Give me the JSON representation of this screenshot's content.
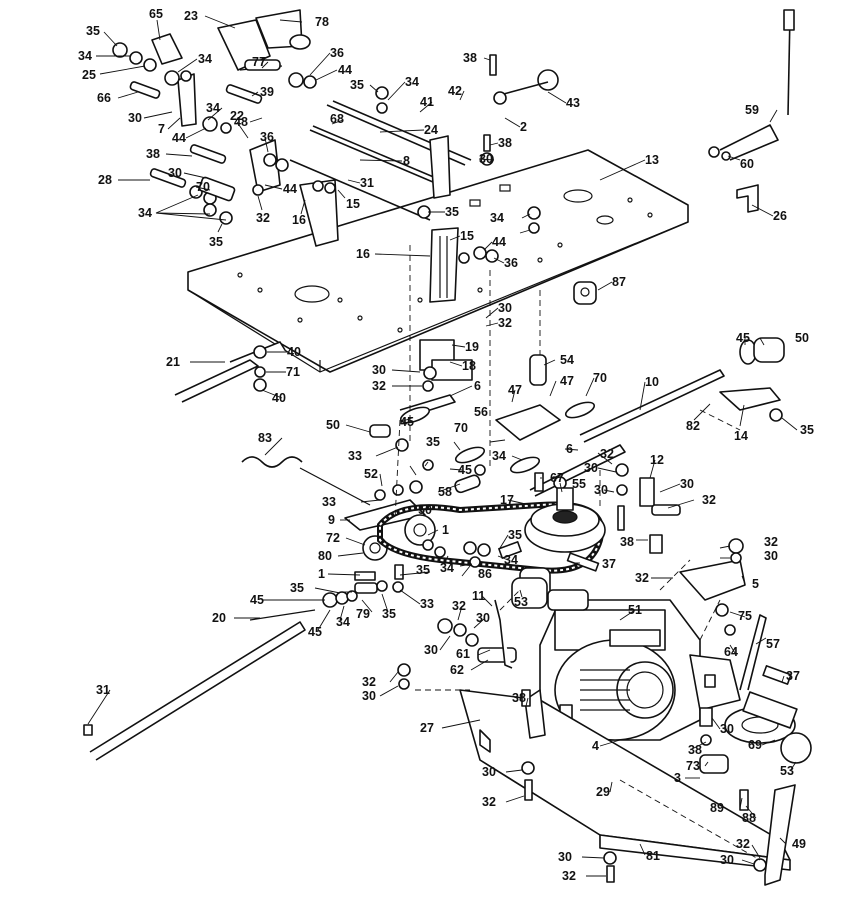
{
  "diagram": {
    "labels": {
      "c1": "65",
      "c2": "23",
      "c3": "78",
      "c4": "35",
      "c5": "34",
      "c6": "25",
      "c7": "34",
      "c8": "66",
      "c9": "77",
      "c10": "36",
      "c11": "44",
      "c12": "38",
      "c13": "35",
      "c14": "34",
      "c15": "39",
      "c16": "30",
      "c17": "7",
      "c18": "34",
      "c19": "48",
      "c20": "22",
      "c21": "44",
      "c22": "36",
      "c23": "38",
      "c24": "68",
      "c25": "24",
      "c26": "41",
      "c27": "42",
      "c28": "43",
      "c29": "2",
      "c30": "38",
      "c31": "30",
      "c32": "8",
      "c33": "28",
      "c34": "30",
      "c35": "70",
      "c36": "44",
      "c37": "31",
      "c38": "34",
      "c39": "32",
      "c40": "16",
      "c41": "15",
      "c42": "35",
      "c43": "35",
      "c44": "34",
      "c45": "13",
      "c46": "59",
      "c47": "60",
      "c48": "26",
      "c49": "15",
      "c50": "16",
      "c51": "44",
      "c52": "36",
      "c53": "87",
      "c54": "30",
      "c55": "32",
      "c56": "19",
      "c57": "18",
      "c58": "21",
      "c59": "40",
      "c60": "71",
      "c61": "40",
      "c62": "30",
      "c63": "32",
      "c64": "6",
      "c65": "54",
      "c66": "47",
      "c67": "47",
      "c68": "70",
      "c69": "10",
      "c70": "45",
      "c71": "50",
      "c72": "82",
      "c73": "14",
      "c74": "35",
      "c75": "50",
      "c76": "45",
      "c77": "56",
      "c78": "83",
      "c79": "35",
      "c80": "70",
      "c81": "34",
      "c82": "6",
      "c83": "33",
      "c84": "52",
      "c85": "45",
      "c86": "67",
      "c87": "55",
      "c88": "32",
      "c89": "12",
      "c90": "30",
      "c91": "50",
      "c92": "58",
      "c93": "30",
      "c94": "33",
      "c95": "9",
      "c96": "17",
      "c97": "32",
      "c98": "30",
      "c99": "72",
      "c100": "1",
      "c101": "35",
      "c102": "80",
      "c103": "34",
      "c104": "35",
      "c105": "37",
      "c106": "34",
      "c107": "86",
      "c108": "38",
      "c109": "32",
      "c110": "30",
      "c111": "1",
      "c112": "35",
      "c113": "33",
      "c114": "32",
      "c115": "5",
      "c116": "45",
      "c117": "79",
      "c118": "35",
      "c119": "45",
      "c120": "34",
      "c121": "53",
      "c122": "11",
      "c123": "51",
      "c124": "20",
      "c125": "32",
      "c126": "30",
      "c127": "75",
      "c128": "57",
      "c129": "30",
      "c130": "61",
      "c131": "64",
      "c132": "62",
      "c133": "31",
      "c134": "32",
      "c135": "30",
      "c136": "38",
      "c137": "37",
      "c138": "27",
      "c139": "30",
      "c140": "4",
      "c141": "38",
      "c142": "69",
      "c143": "73",
      "c144": "53",
      "c145": "30",
      "c146": "3",
      "c147": "29",
      "c148": "89",
      "c149": "32",
      "c150": "88",
      "c151": "32",
      "c152": "81",
      "c153": "49",
      "c154": "30",
      "c155": "30",
      "c156": "32"
    }
  }
}
